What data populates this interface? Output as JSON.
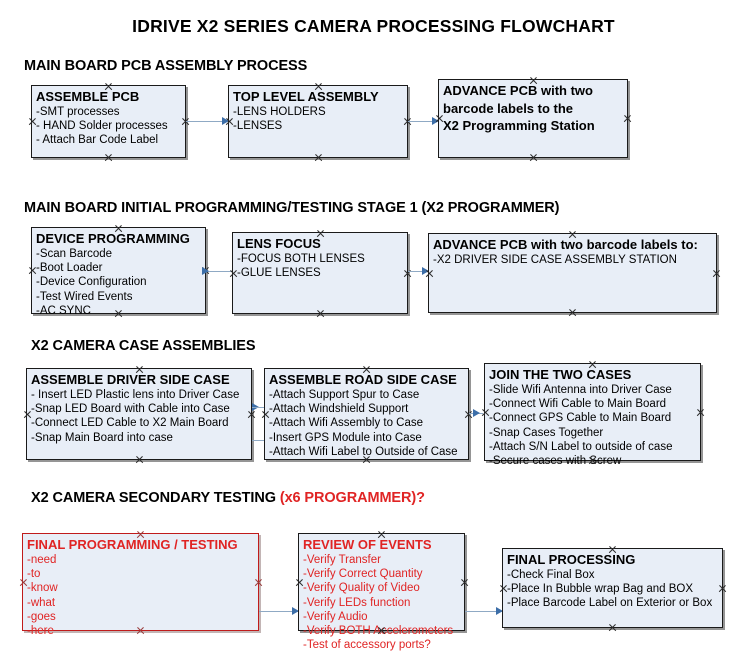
{
  "document": {
    "title": "IDRIVE X2  SERIES CAMERA PROCESSING FLOWCHART"
  },
  "sections": [
    {
      "id": "main-board-pcb-assembly",
      "heading": "MAIN BOARD PCB ASSEMBLY PROCESS",
      "heading_accent": ""
    },
    {
      "id": "main-board-initial-programming",
      "heading": "MAIN BOARD INITIAL PROGRAMMING/TESTING STAGE 1 (X2 PROGRAMMER)",
      "heading_accent": ""
    },
    {
      "id": "x2-camera-case-assemblies",
      "heading": "X2 CAMERA CASE ASSEMBLIES",
      "heading_accent": ""
    },
    {
      "id": "x2-camera-secondary-testing",
      "heading": "X2 CAMERA SECONDARY TESTING ",
      "heading_accent": "(x6 PROGRAMMER)?"
    }
  ],
  "boxes": {
    "assemble_pcb": {
      "title": "ASSEMBLE PCB",
      "lines": [
        "-SMT processes",
        "- HAND Solder processes",
        "- Attach Bar Code Label"
      ]
    },
    "top_level_assembly": {
      "title": "TOP LEVEL ASSEMBLY",
      "lines": [
        "-LENS HOLDERS",
        "-LENSES"
      ]
    },
    "advance_pcb_station": {
      "title_lines": [
        "ADVANCE PCB with two",
        "barcode labels to the",
        " X2 Programming Station"
      ]
    },
    "device_programming": {
      "title": "DEVICE PROGRAMMING",
      "lines": [
        "-Scan Barcode",
        "-Boot Loader",
        "-Device Configuration",
        "-Test Wired Events",
        "-AC SYNC"
      ]
    },
    "lens_focus": {
      "title": "LENS FOCUS",
      "lines": [
        "-FOCUS BOTH LENSES",
        "-GLUE LENSES"
      ]
    },
    "advance_pcb_driver_side": {
      "title": "ADVANCE PCB with two barcode labels to:",
      "lines": [
        "-X2 DRIVER  SIDE  CASE  ASSEMBLY STATION"
      ]
    },
    "assemble_driver_side_case": {
      "title": "ASSEMBLE DRIVER SIDE CASE",
      "lines": [
        "- Insert LED Plastic lens into Driver Case",
        "-Snap LED Board with Cable into Case",
        "-Connect LED Cable to X2 Main Board",
        "-Snap Main Board into case"
      ]
    },
    "assemble_road_side_case": {
      "title": "ASSEMBLE ROAD SIDE CASE",
      "lines": [
        "-Attach Support Spur to Case",
        "-Attach Windshield Support",
        "-Attach Wifi Assembly to Case",
        "-Insert GPS Module into Case",
        "-Attach Wifi Label to Outside of Case"
      ]
    },
    "join_the_two_cases": {
      "title": "JOIN THE TWO CASES",
      "lines": [
        "-Slide Wifi Antenna into Driver Case",
        "-Connect Wifi Cable to Main Board",
        "-Connect GPS Cable to Main Board",
        "-Snap Cases Together",
        "-Attach S/N Label to outside of case",
        "-Secure cases with Screw"
      ]
    },
    "final_programming_testing": {
      "title": "FINAL PROGRAMMING / TESTING",
      "lines": [
        "-need",
        "-to",
        "-know",
        "-what",
        "-goes",
        "-here"
      ]
    },
    "review_of_events": {
      "title": "REVIEW OF EVENTS",
      "lines": [
        "-Verify Transfer",
        "-Verify Correct Quantity",
        "-Verify Quality of Video",
        "-Verify LEDs function",
        "-Verify Audio",
        "-Verify BOTH Accelerometers",
        "-Test of accessory ports?"
      ]
    },
    "final_processing": {
      "title": "FINAL PROCESSING",
      "lines": [
        " -Check Final Box",
        "-Place In Bubble wrap Bag and BOX",
        "-Place Barcode Label on Exterior or Box"
      ]
    }
  },
  "colors": {
    "box_fill": "#e8eef7",
    "box_border": "#1a1a1a",
    "red_accent": "#e02424",
    "connector": "#8fa9c4",
    "arrow": "#3c6ea8"
  }
}
